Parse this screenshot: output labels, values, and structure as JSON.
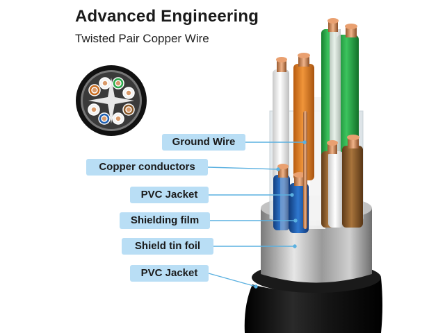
{
  "header": {
    "title": "Advanced Engineering",
    "subtitle": "Twisted Pair Copper Wire"
  },
  "callouts": [
    {
      "id": "ground-wire",
      "label": "Ground Wire"
    },
    {
      "id": "copper-conductors",
      "label": "Copper conductors"
    },
    {
      "id": "pvc-jacket-inner",
      "label": "PVC Jacket"
    },
    {
      "id": "shielding-film",
      "label": "Shielding film"
    },
    {
      "id": "shield-tin-foil",
      "label": "Shield tin foil"
    },
    {
      "id": "pvc-jacket-outer",
      "label": "PVC Jacket"
    }
  ],
  "colors": {
    "label_bg": "#b9def5",
    "leader_line": "#5ab0e0",
    "copper": "#c98a5a",
    "orange": "#e07b22",
    "green": "#2aa84a",
    "blue": "#1f5fb0",
    "brown": "#8a5a2a",
    "jacket": "#111111",
    "foil": "#a8a8a8"
  },
  "wire_pairs": [
    "orange",
    "green",
    "blue",
    "brown"
  ]
}
